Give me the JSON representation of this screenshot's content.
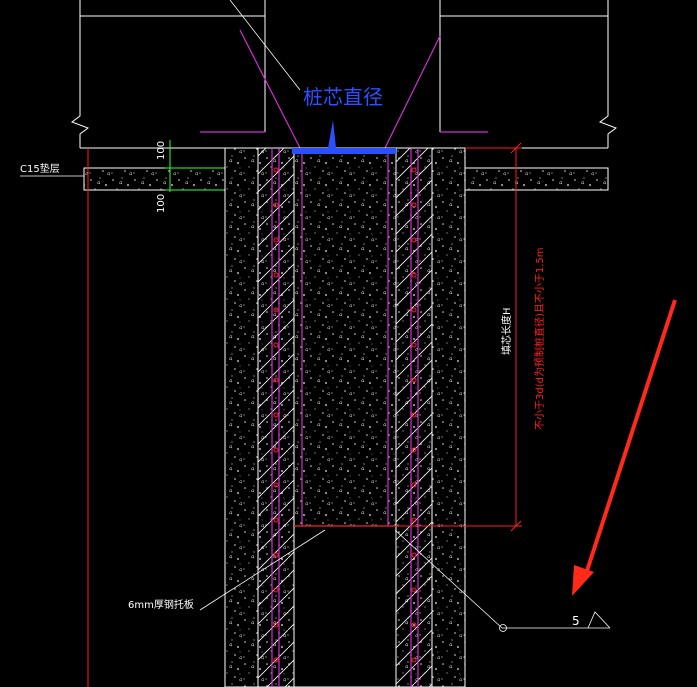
{
  "labels": {
    "pile_core_diameter": "桩芯直径",
    "cushion": "C15垫层",
    "dim_top": "100",
    "dim_bottom": "100",
    "core_length": "填芯长度H",
    "core_requirement": "不小于3d(d为预制桩直径)且不小于1.5m",
    "steel_plate": "6mm厚钢托板",
    "weld_size": "5"
  },
  "colors": {
    "background": "#000000",
    "outline": "#ffffff",
    "dimension": "#ff2020",
    "rebar": "#d030d0",
    "core_top": "#2b4fff",
    "annotation_arrow": "#ff2a1a",
    "dim_green": "#33ff33"
  }
}
